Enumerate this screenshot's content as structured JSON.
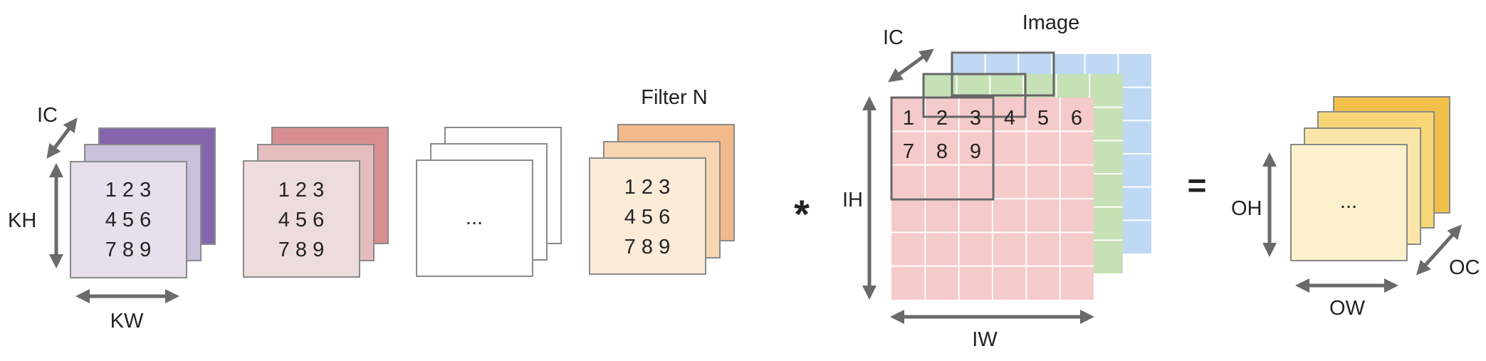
{
  "filters": [
    {
      "colors": {
        "back": "#8565AC",
        "mid": "#C9C0D9",
        "front": "#E8DEEC"
      },
      "rows": [
        "1 2 3",
        "4 5 6",
        "7 8 9"
      ],
      "labels": {
        "channel": "IC",
        "height": "KH",
        "width": "KW"
      }
    },
    {
      "colors": {
        "back": "#D98F92",
        "mid": "#E5BDBE",
        "front": "#EEDCDD"
      },
      "rows": [
        "1 2 3",
        "4 5 6",
        "7 8 9"
      ]
    },
    {
      "colors": {
        "back": "#FFFFFF",
        "mid": "#FFFFFF",
        "front": "#FFFFFF"
      },
      "rows": [
        "...",
        "",
        ""
      ]
    },
    {
      "colors": {
        "back": "#F2B98B",
        "mid": "#F8D6B3",
        "front": "#FCEBD8"
      },
      "rows": [
        "1 2 3",
        "4 5 6",
        "7 8 9"
      ],
      "title": "Filter N"
    }
  ],
  "operators": {
    "convolve": "*",
    "equals": "="
  },
  "image": {
    "title": "Image",
    "labels": {
      "channel": "IC",
      "height": "IH",
      "width": "IW"
    },
    "colors": {
      "back": "#BFD8F3",
      "mid": "#C5E1B5",
      "front": "#F5CACA",
      "grid_line": "#FFFFFF",
      "window": "#666666"
    },
    "row1": [
      "1",
      "2",
      "3",
      "4",
      "5",
      "6"
    ],
    "row2": [
      "7",
      "8",
      "9"
    ]
  },
  "output": {
    "text": "...",
    "labels": {
      "height": "OH",
      "width": "OW",
      "channel": "OC"
    },
    "colors": {
      "l1": "#F2C04A",
      "l2": "#F7D775",
      "l3": "#FAE6A8",
      "l4": "#FCF1CC"
    }
  }
}
